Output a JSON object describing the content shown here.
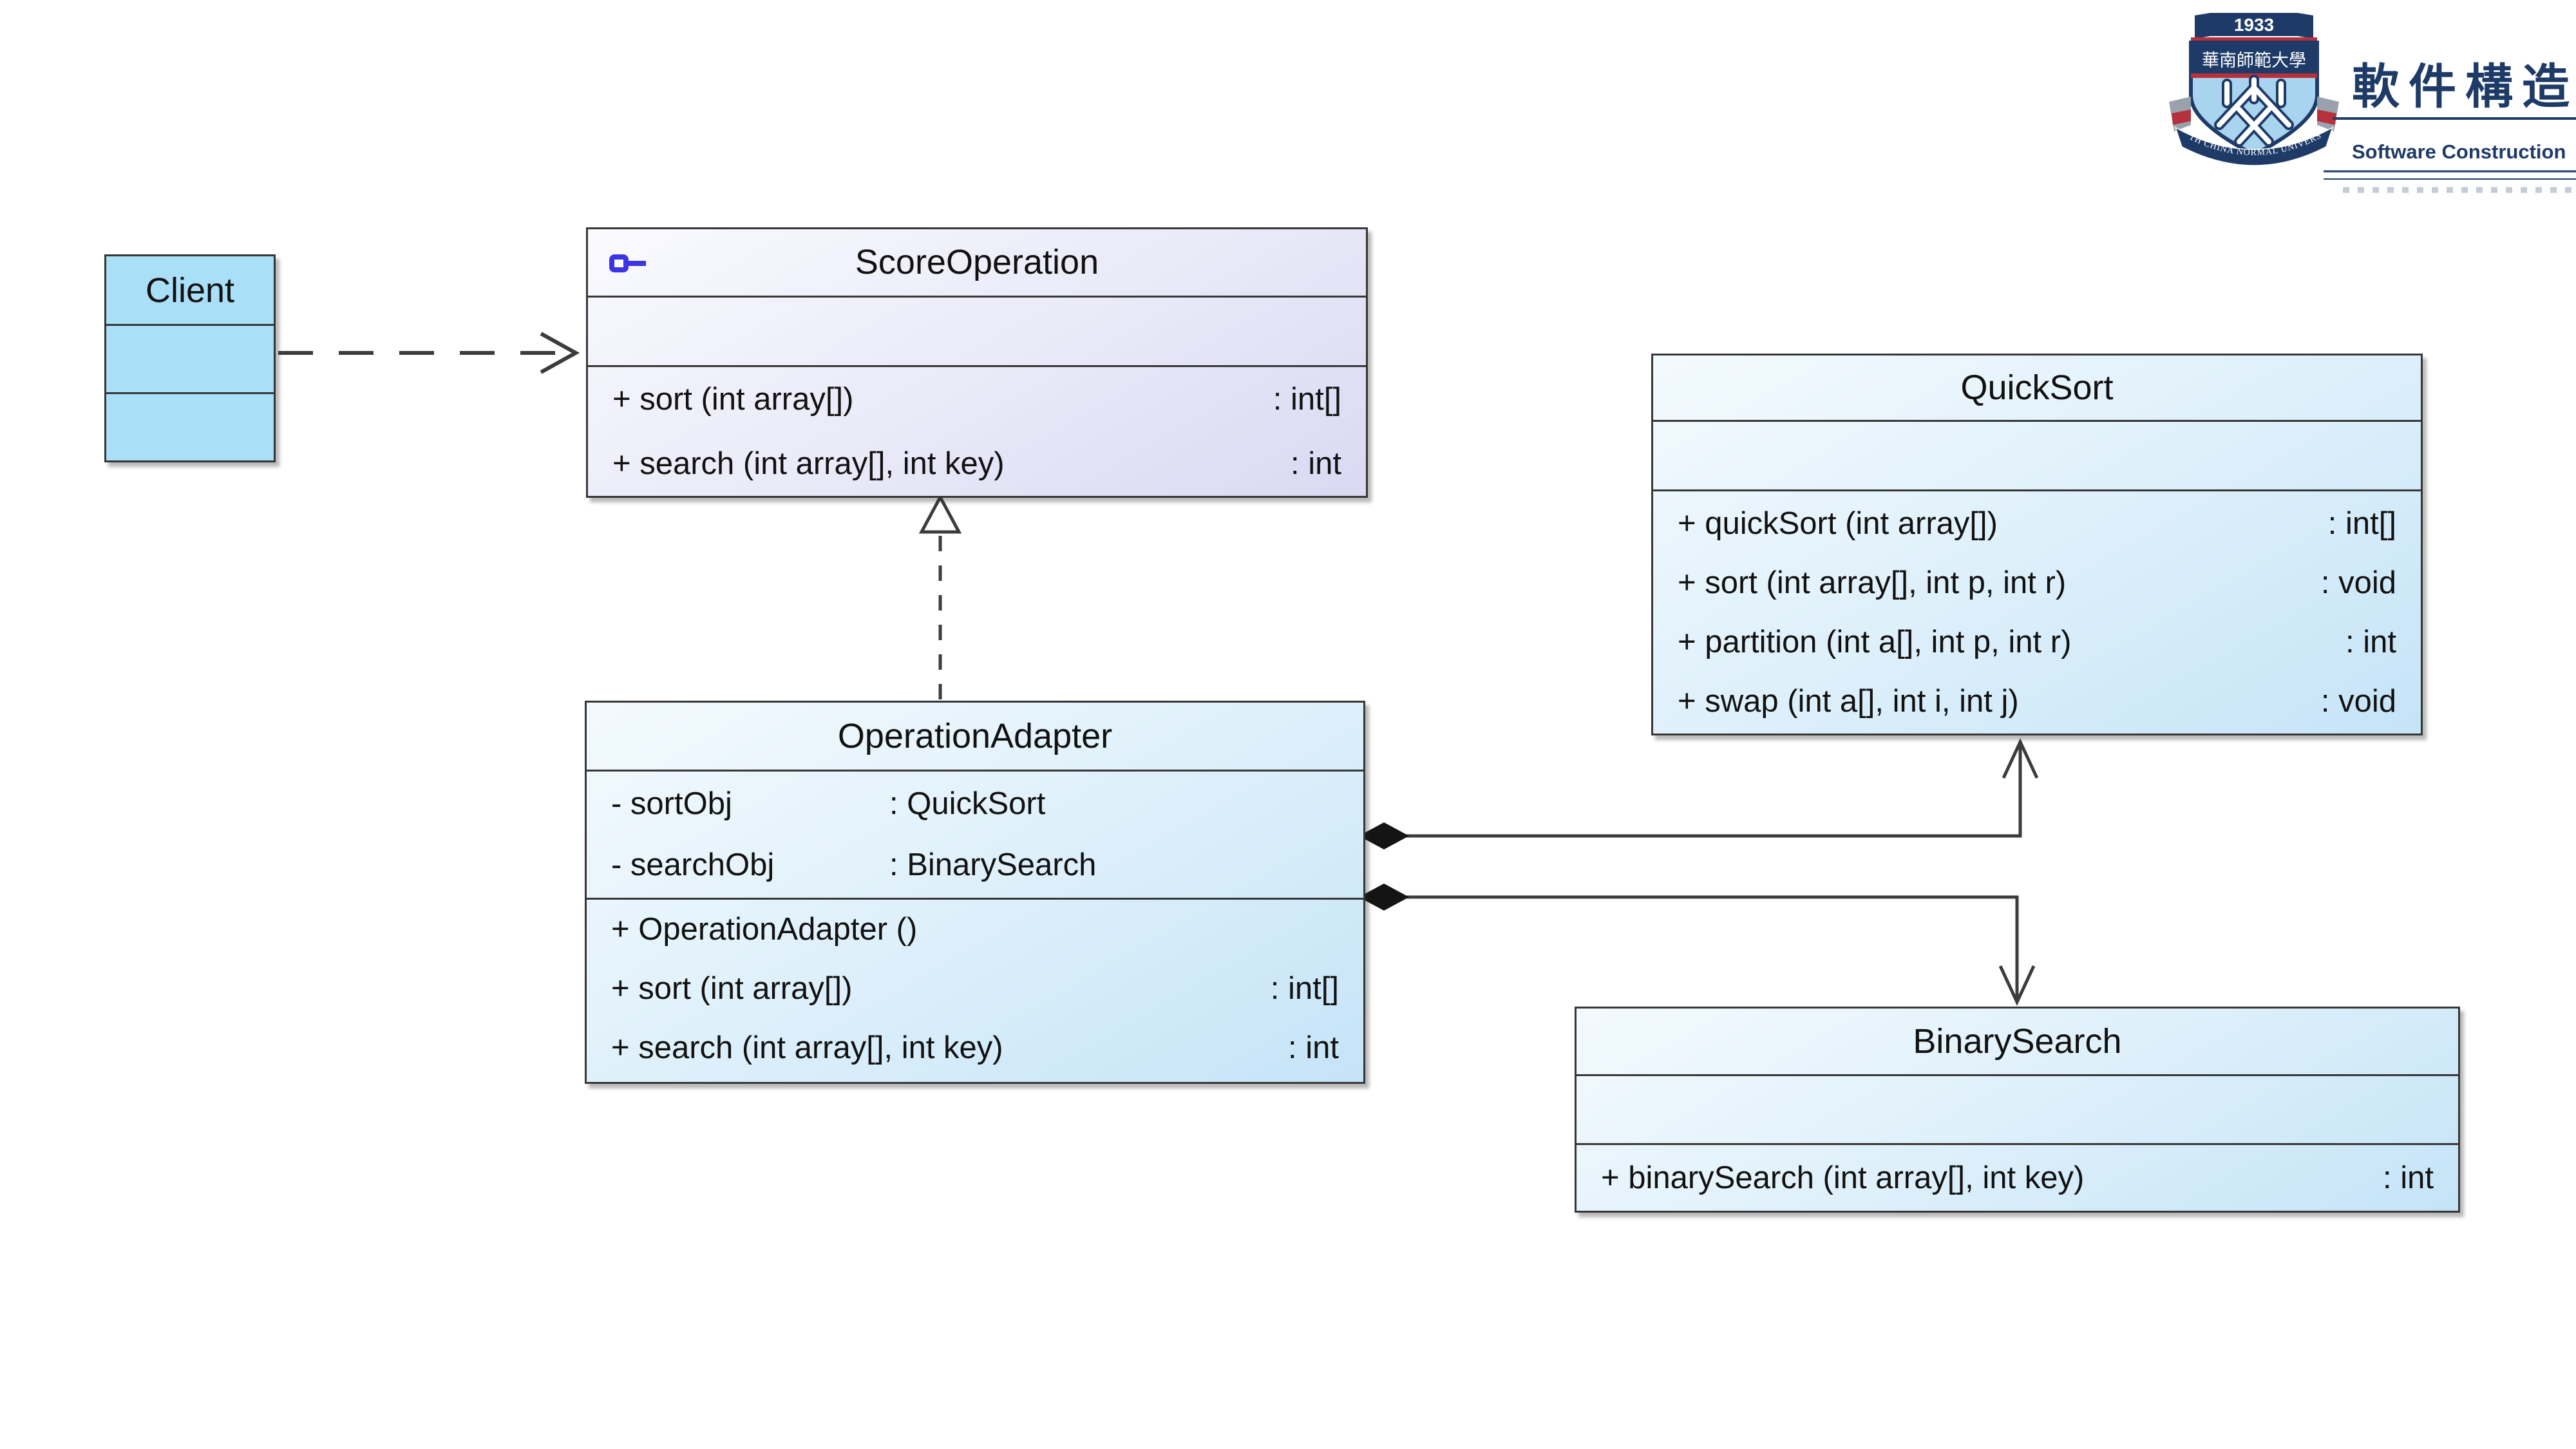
{
  "page": {
    "background": "#ffffff"
  },
  "colors": {
    "page_bg": "#ffffff",
    "border": "#363636",
    "line": "#3c3c3c",
    "navy": "#1e3b68",
    "crest_red": "#b5323c",
    "crest_light_blue": "#a8d4ef",
    "client_fill": "#a9dff7",
    "interface_icon_blue": "#3b35e3"
  },
  "logo": {
    "banner_year": "1933",
    "university_name_cn": "華南師範大學",
    "university_name_en": "SOUTH CHINA NORMAL UNIVERSITY",
    "course_title_cn": "軟件構造",
    "course_title_en": "Software Construction"
  },
  "diagram": {
    "classes": {
      "client": {
        "name": "Client",
        "attributes": [],
        "methods": []
      },
      "score_operation": {
        "name": "ScoreOperation",
        "stereotype_icon": "interface-icon",
        "attributes": [],
        "methods": [
          {
            "sig": "+ sort (int array[])",
            "ret": ": int[]"
          },
          {
            "sig": "+ search (int array[], int key)",
            "ret": ": int"
          }
        ]
      },
      "quick_sort": {
        "name": "QuickSort",
        "attributes": [],
        "methods": [
          {
            "sig": "+ quickSort (int array[])",
            "ret": ": int[]"
          },
          {
            "sig": "+ sort (int array[], int p, int r)",
            "ret": ": void"
          },
          {
            "sig": "+ partition (int a[], int p, int r)",
            "ret": ": int"
          },
          {
            "sig": "+ swap (int a[], int i, int j)",
            "ret": ": void"
          }
        ]
      },
      "operation_adapter": {
        "name": "OperationAdapter",
        "attributes": [
          {
            "name": "- sortObj",
            "type": ": QuickSort"
          },
          {
            "name": "- searchObj",
            "type": ": BinarySearch"
          }
        ],
        "methods": [
          {
            "sig": "+ OperationAdapter ()",
            "ret": ""
          },
          {
            "sig": "+ sort (int array[])",
            "ret": ": int[]"
          },
          {
            "sig": "+ search (int array[], int key)",
            "ret": ": int"
          }
        ]
      },
      "binary_search": {
        "name": "BinarySearch",
        "attributes": [],
        "methods": [
          {
            "sig": "+ binarySearch (int array[], int key)",
            "ret": ": int"
          }
        ]
      }
    },
    "relationships": [
      {
        "type": "dependency",
        "from": "Client",
        "to": "ScoreOperation",
        "style": "dashed-open-arrow"
      },
      {
        "type": "realization",
        "from": "OperationAdapter",
        "to": "ScoreOperation",
        "style": "dashed-hollow-triangle"
      },
      {
        "type": "composition",
        "from": "OperationAdapter",
        "to": "QuickSort",
        "style": "filled-diamond-open-arrow"
      },
      {
        "type": "composition",
        "from": "OperationAdapter",
        "to": "BinarySearch",
        "style": "filled-diamond-open-arrow"
      }
    ]
  }
}
